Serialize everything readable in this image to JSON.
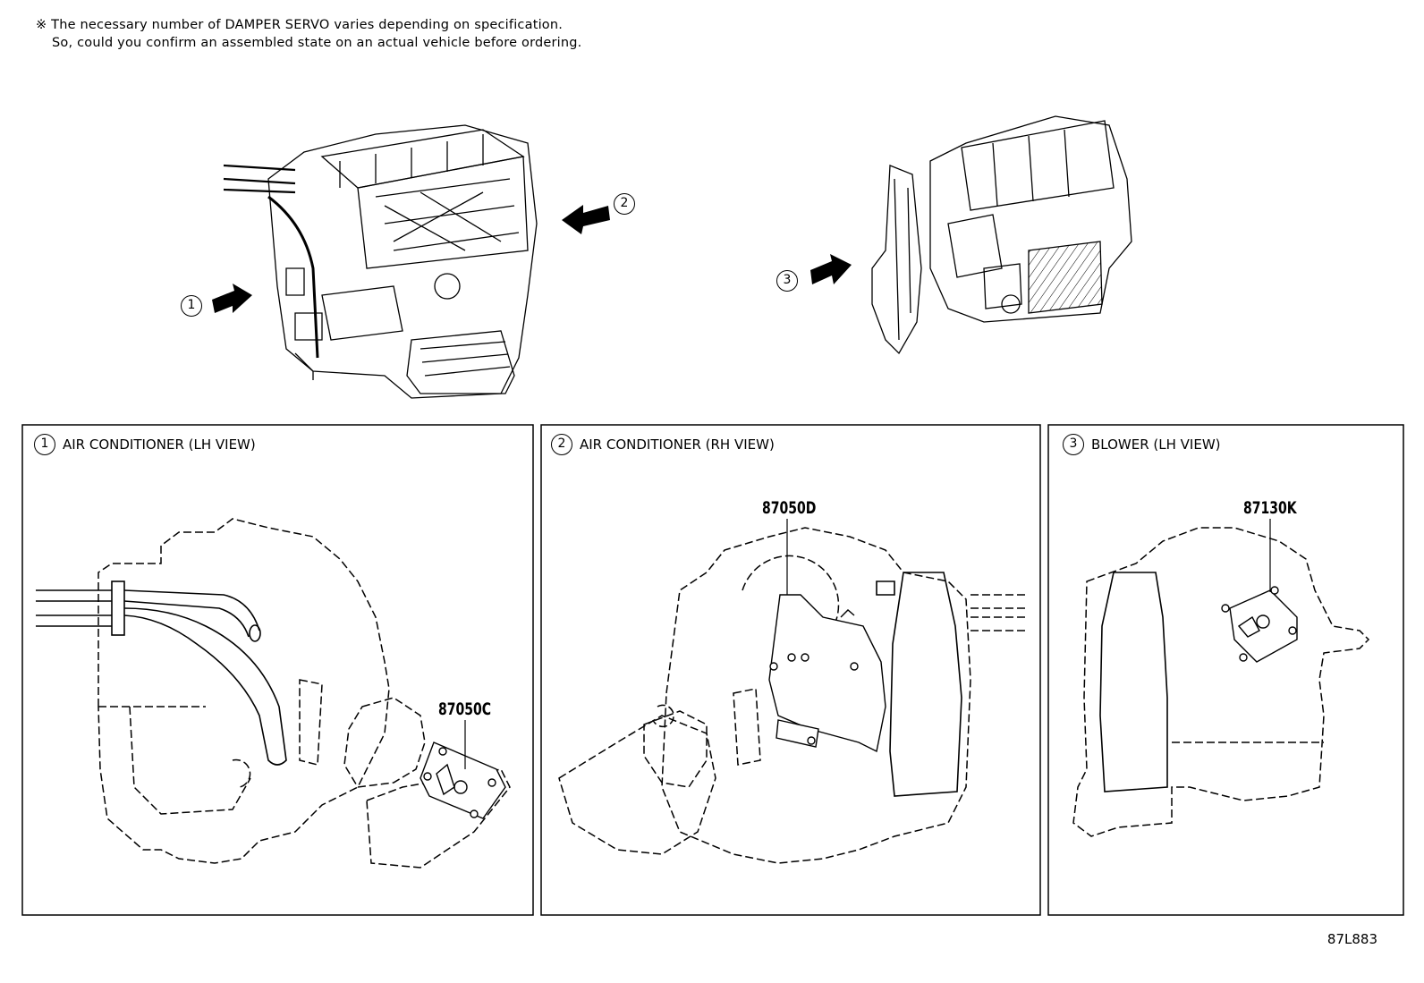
{
  "note": {
    "line1": "※ The necessary number of DAMPER SERVO varies depending on specification.",
    "line2": "So, could you confirm an assembled state on an actual vehicle before ordering."
  },
  "markers": [
    {
      "num": "1"
    },
    {
      "num": "2"
    },
    {
      "num": "3"
    }
  ],
  "panels": [
    {
      "num": "1",
      "title": "AIR CONDITIONER (LH VIEW)",
      "part": "87050C"
    },
    {
      "num": "2",
      "title": "AIR CONDITIONER (RH VIEW)",
      "part": "87050D"
    },
    {
      "num": "3",
      "title": "BLOWER (LH VIEW)",
      "part": "87130K"
    }
  ],
  "ref_code": "87L883"
}
